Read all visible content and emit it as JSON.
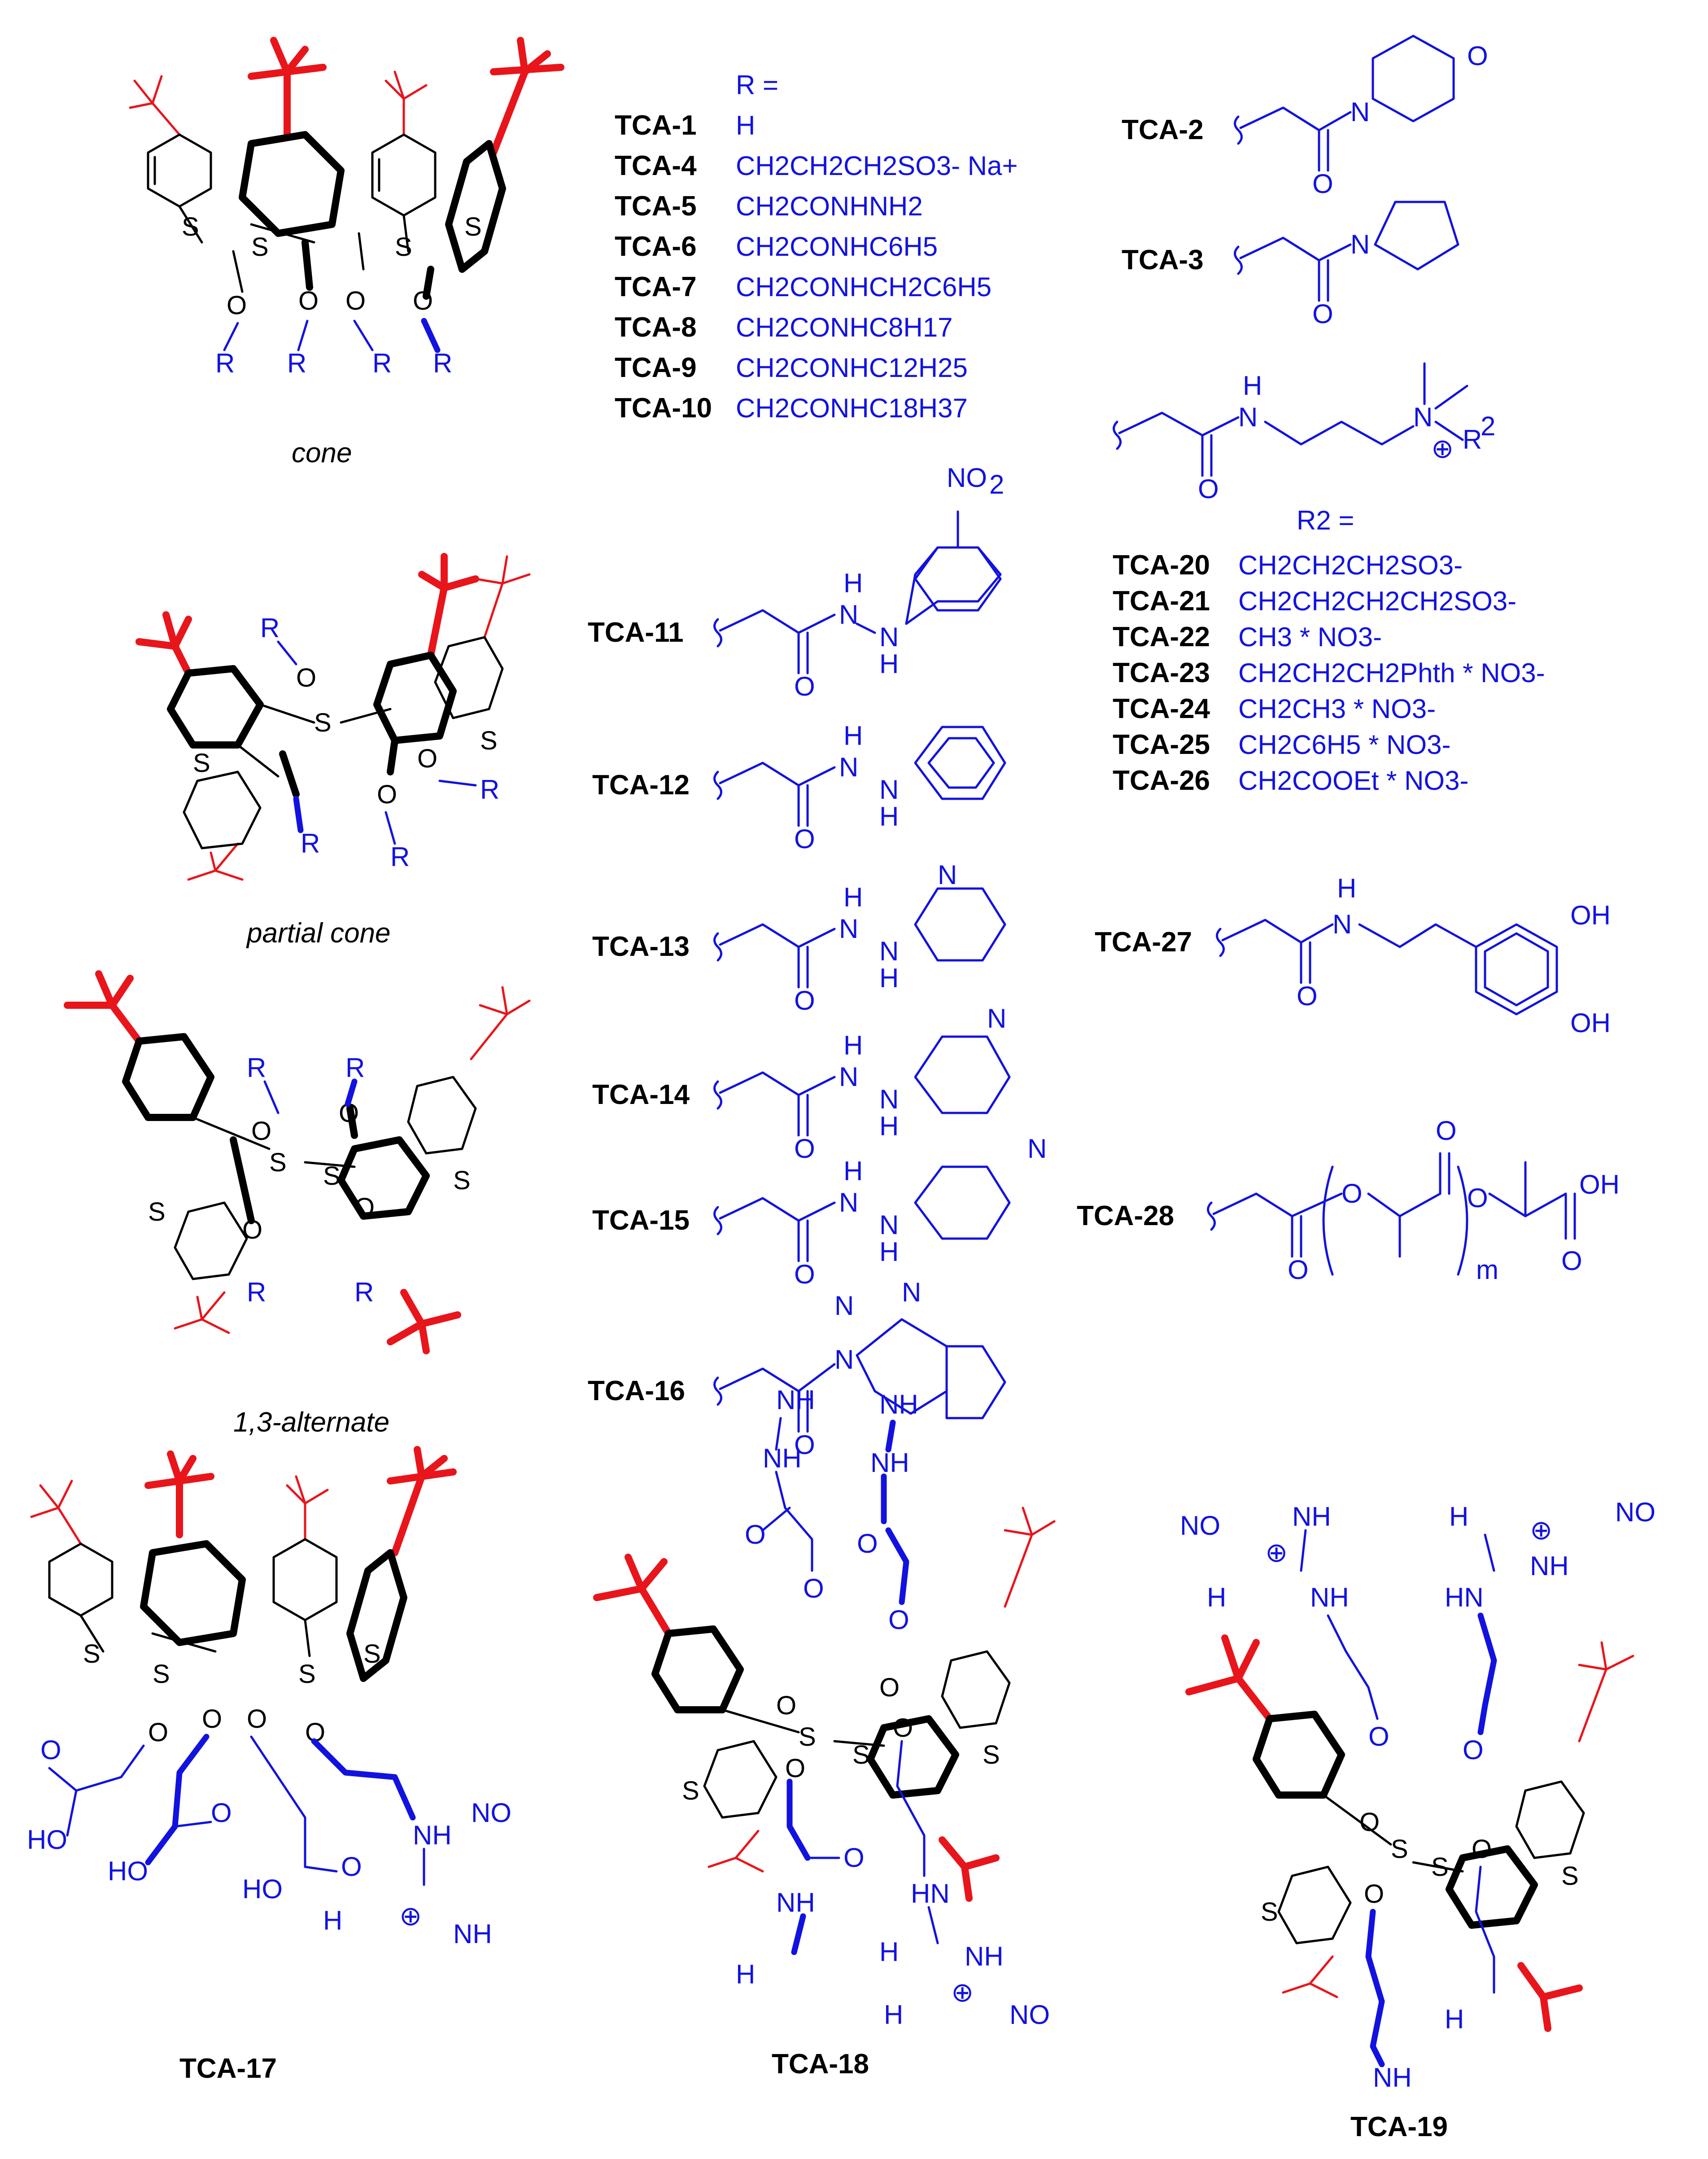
{
  "conformations": {
    "cone": "cone",
    "partial_cone": "partial cone",
    "alternate": "1,3-alternate"
  },
  "r_group_table": {
    "header": "R =",
    "rows": [
      {
        "label": "TCA-1",
        "value": "H"
      },
      {
        "label": "TCA-4",
        "value": "CH2CH2CH2SO3- Na+"
      },
      {
        "label": "TCA-5",
        "value": "CH2CONHNH2"
      },
      {
        "label": "TCA-6",
        "value": "CH2CONHC6H5"
      },
      {
        "label": "TCA-7",
        "value": "CH2CONHCH2C6H5"
      },
      {
        "label": "TCA-8",
        "value": "CH2CONHC8H17"
      },
      {
        "label": "TCA-9",
        "value": "CH2CONHC12H25"
      },
      {
        "label": "TCA-10",
        "value": "CH2CONHC18H37"
      }
    ]
  },
  "r2_table": {
    "header": "R2 =",
    "rows": [
      {
        "label": "TCA-20",
        "value": "CH2CH2CH2SO3-"
      },
      {
        "label": "TCA-21",
        "value": "CH2CH2CH2CH2SO3-"
      },
      {
        "label": "TCA-22",
        "value": "CH3 * NO3-"
      },
      {
        "label": "TCA-23",
        "value": "CH2CH2CH2Phth * NO3-"
      },
      {
        "label": "TCA-24",
        "value": "CH2CH3 * NO3-"
      },
      {
        "label": "TCA-25",
        "value": "CH2C6H5 * NO3-"
      },
      {
        "label": "TCA-26",
        "value": "CH2COOEt * NO3-"
      }
    ]
  },
  "structure_labels": {
    "tca2": "TCA-2",
    "tca3": "TCA-3",
    "tca11": "TCA-11",
    "tca12": "TCA-12",
    "tca13": "TCA-13",
    "tca14": "TCA-14",
    "tca15": "TCA-15",
    "tca16": "TCA-16",
    "tca17": "TCA-17",
    "tca18": "TCA-18",
    "tca19": "TCA-19",
    "tca27": "TCA-27",
    "tca28": "TCA-28"
  },
  "atom_labels": {
    "O": "O",
    "N": "N",
    "H": "H",
    "S": "S",
    "R": "R",
    "R2": "R",
    "sup2": "2",
    "NO2": "NO",
    "NH": "NH",
    "NH2": "NH",
    "H2N": "H",
    "HN": "HN",
    "OH": "OH",
    "HO": "HO",
    "NO3": "NO",
    "m": "m",
    "plus": "⊕"
  },
  "colors": {
    "substituent": "#1212e0",
    "tert_butyl": "#e8151b",
    "core": "#000000"
  }
}
